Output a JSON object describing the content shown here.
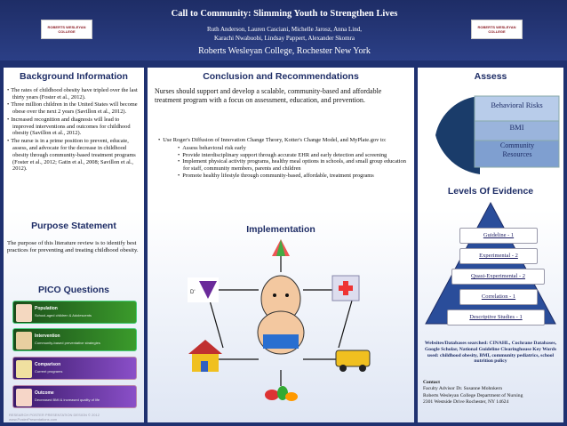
{
  "header": {
    "title": "Call to Community: Slimming Youth to Strengthen Lives",
    "authors_line1": "Ruth Anderson, Lauren Casciani, Michelle Jarosz, Anna Lind,",
    "authors_line2": "Karachi Nwabuobi, Lindsay Pappert, Alexander Skomra",
    "institution": "Roberts Wesleyan College, Rochester New York",
    "logo_text_left": "ROBERTS WESLEYAN COLLEGE",
    "logo_text_right": "ROBERTS WESLEYAN COLLEGE"
  },
  "background": {
    "heading": "Background Information",
    "bullets": [
      "The rates of childhood obesity have tripled over the last thirty years (Foster et al., 2012).",
      "Three million children in the United States will become obese over the next 2 years (Savillon et al., 2012).",
      "Increased recognition and diagnosis will lead to improved interventions and outcomes for childhood obesity (Savillon et al., 2012).",
      "The nurse is in a prime position to prevent, educate, assess, and advocate for the decrease in childhood obesity through community-based treatment programs (Foster et al., 2012; Gatin et al., 2008; Savillon et al., 2012)."
    ]
  },
  "purpose": {
    "heading": "Purpose Statement",
    "text": "The purpose of this literature review is to identify best practices for preventing and treating childhood obesity."
  },
  "pico": {
    "heading": "PICO Questions",
    "items": [
      {
        "title": "Population",
        "desc": "School-aged children & Adolescents"
      },
      {
        "title": "Intervention",
        "desc": "Community-based preventative strategies"
      },
      {
        "title": "Comparison",
        "desc": "Current programs"
      },
      {
        "title": "Outcome",
        "desc": "Decreased BMI & increased quality of life"
      }
    ]
  },
  "conclusion": {
    "heading": "Conclusion and Recommendations",
    "intro": "Nurses should support and develop a scalable, community-based and affordable treatment program with a focus on assessment, education, and prevention.",
    "main_bullet": "Use Roger's Diffusion of Innovation Change Theory, Kotter's Change Model, and MyPlate.gov to:",
    "sub_bullets": [
      "Assess  behavioral risk early",
      "Provide interdisciplinary support through accurate EHR and early detection and screening",
      "Implement physical activity programs, healthy meal options in schools, and small group education for staff, community members, parents and children",
      "Promote healthy lifestyle through community-based, affordable, treatment programs"
    ]
  },
  "implementation": {
    "heading": "Implementation"
  },
  "assess": {
    "heading": "Assess",
    "items": [
      "Behavioral Risks",
      "BMI",
      "Community Resources"
    ]
  },
  "evidence": {
    "heading": "Levels Of Evidence",
    "levels": [
      "Guideline - 1",
      "Experimental - 2",
      "Quasi-Experimental - 2",
      "Correlation - 1",
      "Descriptive Studies - 1"
    ]
  },
  "search": {
    "text": "Websites/Databases searched: CINAHL, Cochrane Databases, Google Scholar, National Guideline Clearinghouse Key Words used: childhood obesity, BMI, community pediatrics, school nutrition policy"
  },
  "contact": {
    "heading": "Contact",
    "lines": [
      "Faculty Advisor Dr. Susanne Mohnkern",
      "Roberts Wesleyan College Department of Nursing",
      "2301 Westside Drive Rochester, NY 14624"
    ]
  },
  "footer": {
    "text": "RESEARCH POSTER PRESENTATION DESIGN © 2012 www.PosterPresentations.com"
  },
  "colors": {
    "navy": "#1e2d66",
    "pico_green": "#3b9b2b",
    "pico_purple": "#8a4fc8"
  }
}
